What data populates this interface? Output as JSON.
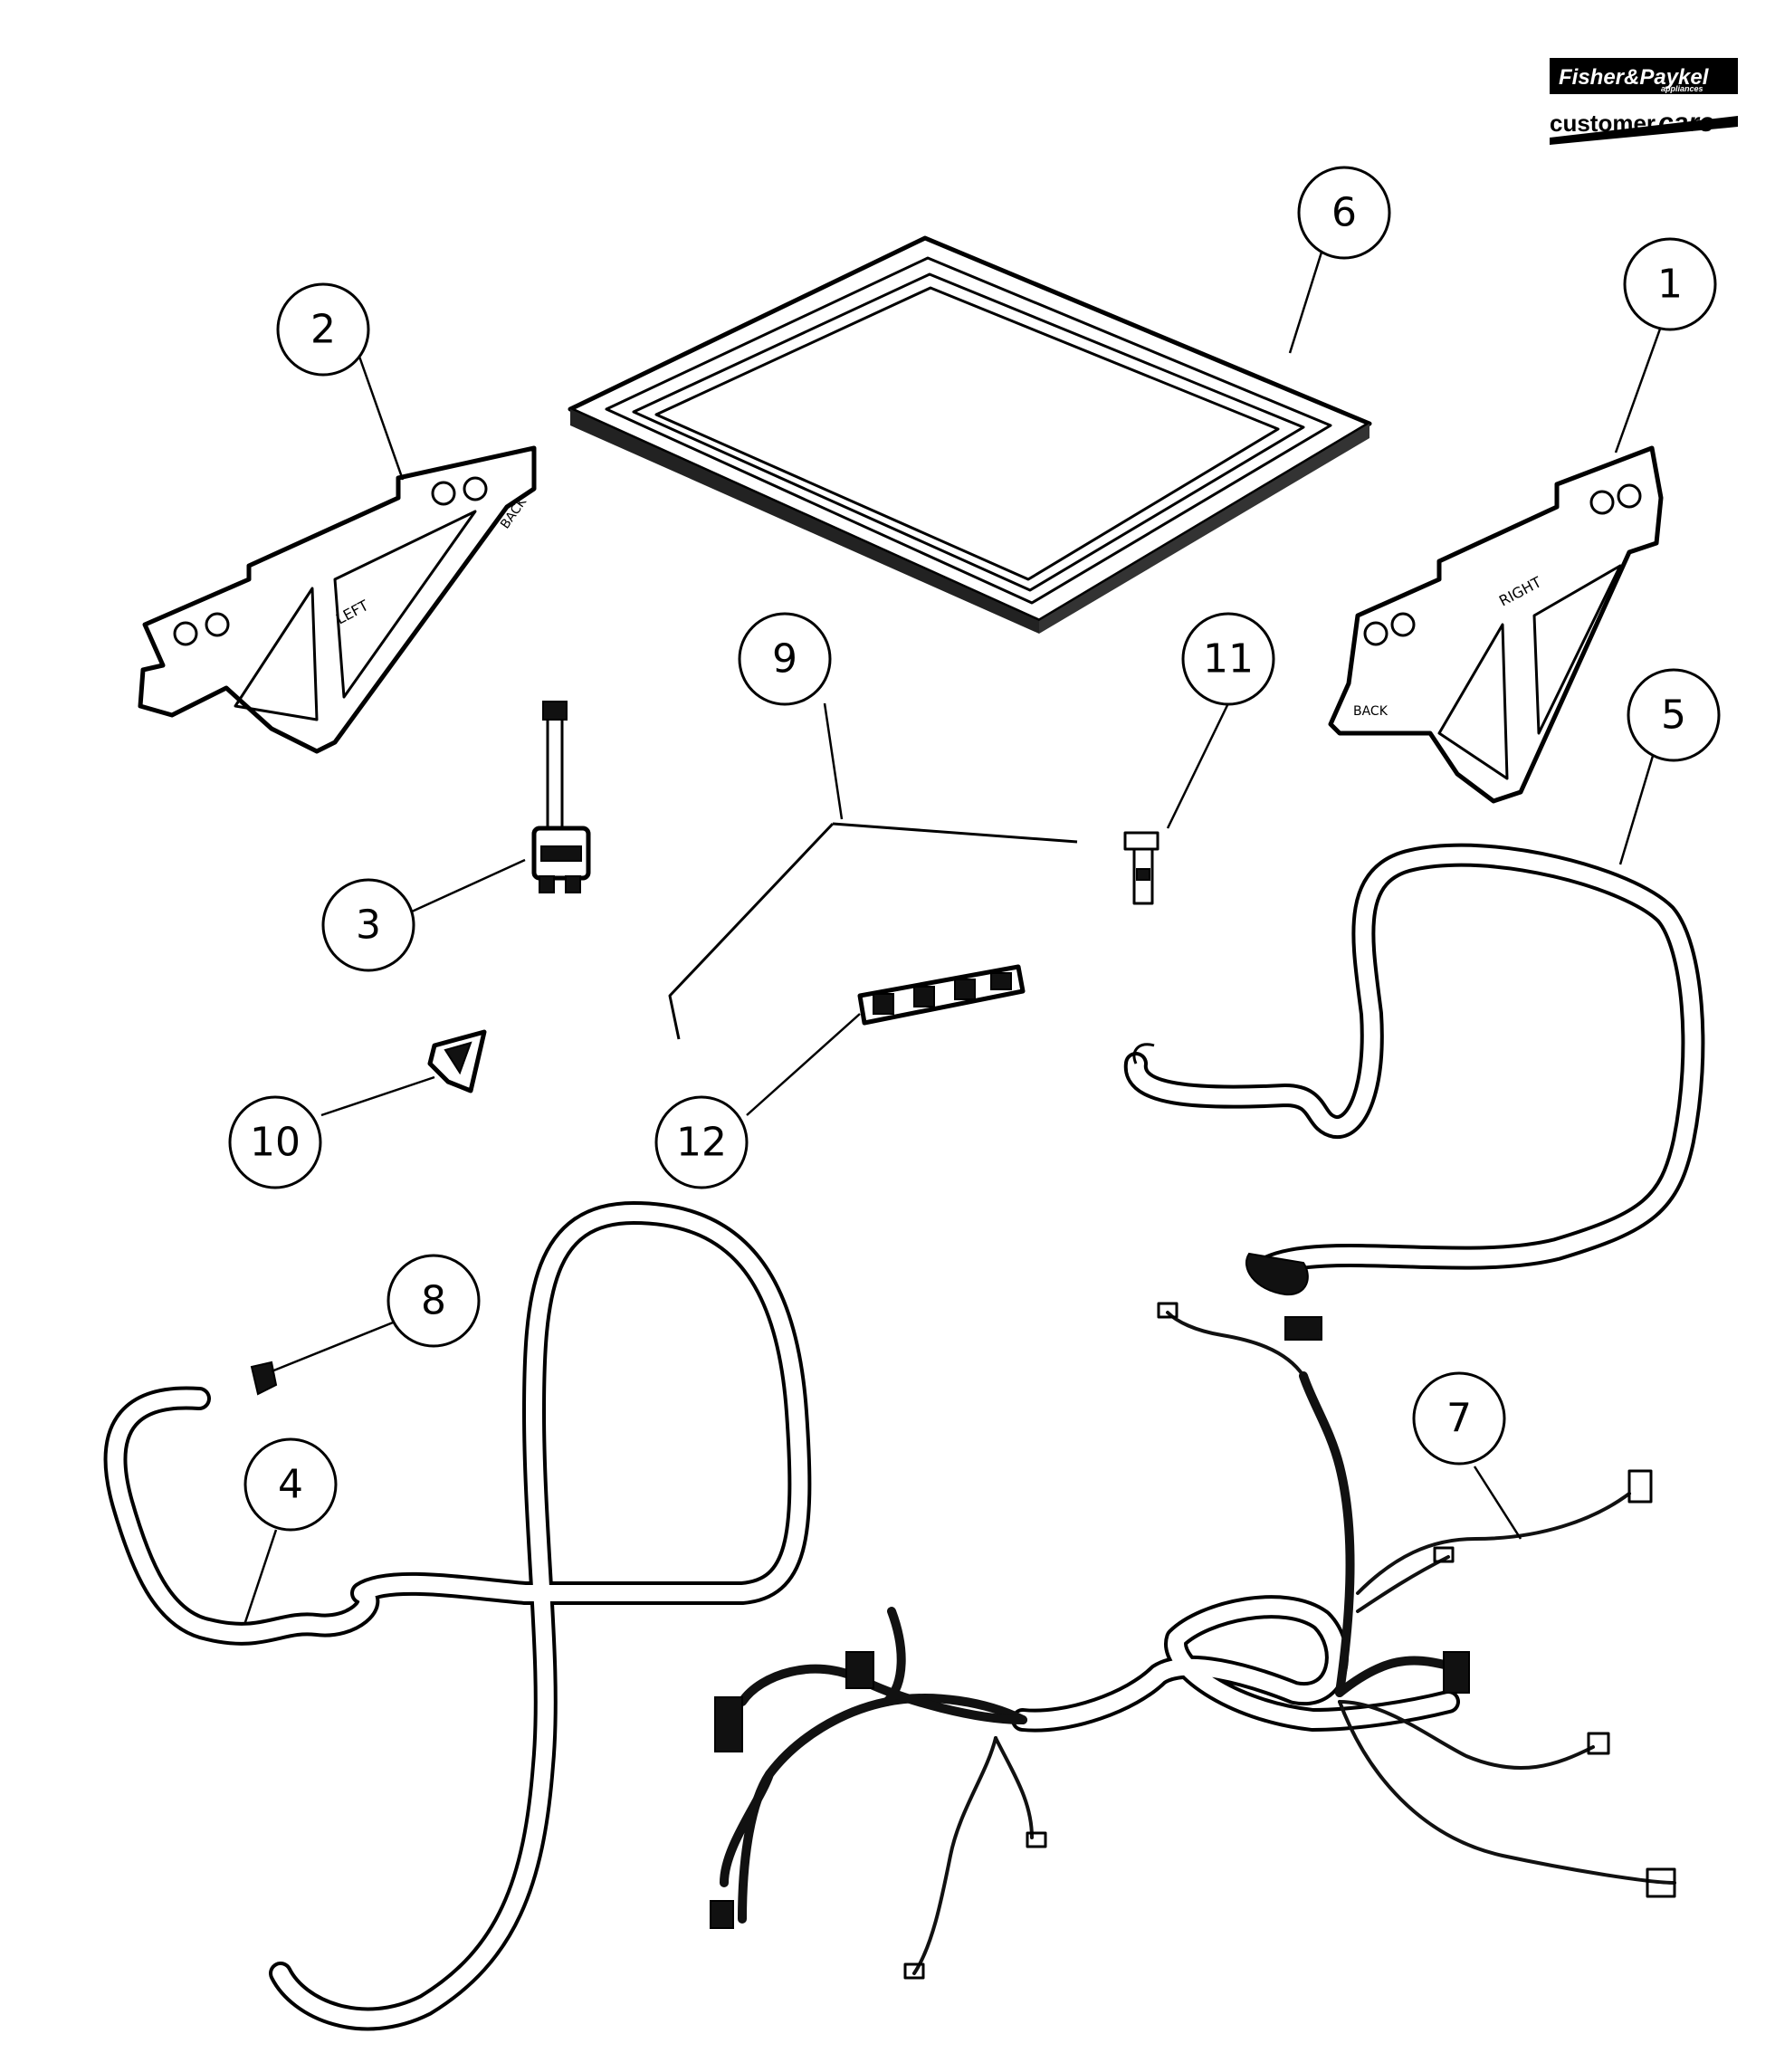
{
  "brand": {
    "logo_line1": "Fisher&Paykel",
    "logo_line1_sub": "appliances",
    "logo_line2a": "customer",
    "logo_line2b": "care"
  },
  "callouts": [
    {
      "id": "1",
      "label": "1"
    },
    {
      "id": "2",
      "label": "2"
    },
    {
      "id": "3",
      "label": "3"
    },
    {
      "id": "4",
      "label": "4"
    },
    {
      "id": "5",
      "label": "5"
    },
    {
      "id": "6",
      "label": "6"
    },
    {
      "id": "7",
      "label": "7"
    },
    {
      "id": "8",
      "label": "8"
    },
    {
      "id": "9",
      "label": "9"
    },
    {
      "id": "10",
      "label": "10"
    },
    {
      "id": "11",
      "label": "11"
    },
    {
      "id": "12",
      "label": "12"
    }
  ],
  "bracket_left": {
    "label_top": "LEFT",
    "label_side": "BACK"
  },
  "bracket_right": {
    "label_top": "RIGHT",
    "label_side": "BACK"
  }
}
